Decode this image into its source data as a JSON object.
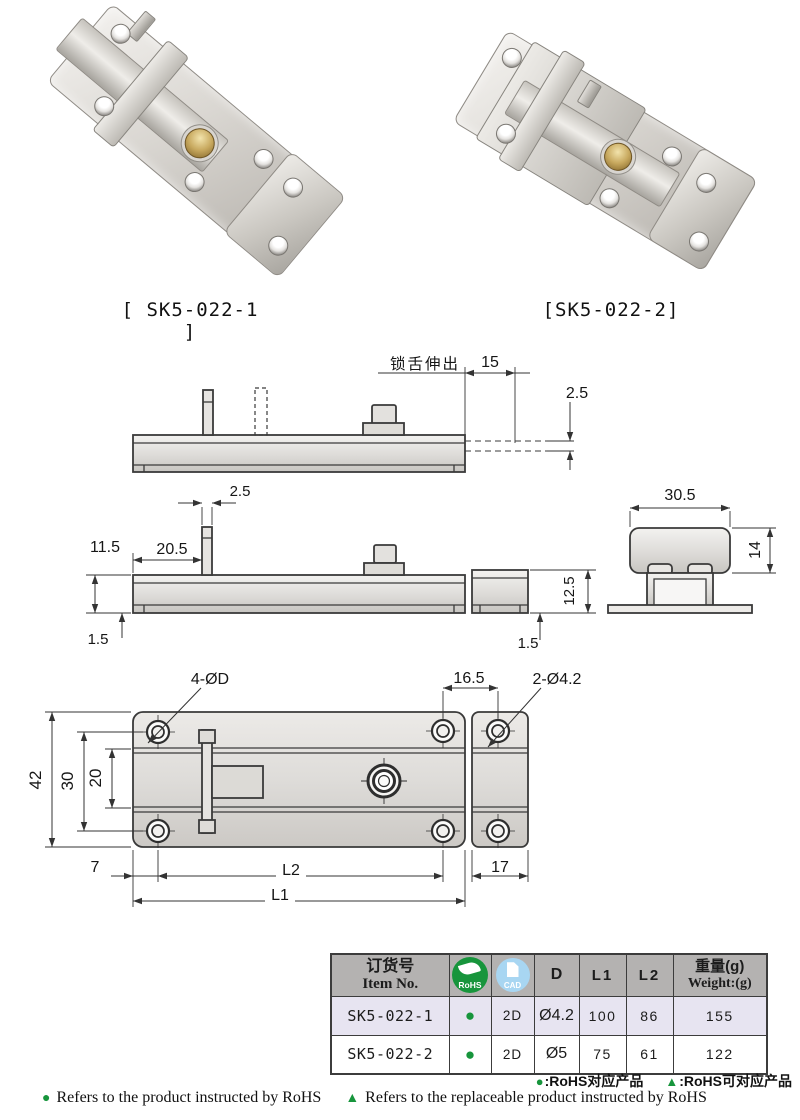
{
  "products": [
    {
      "label": "[ SK5-022-1 ]"
    },
    {
      "label": "[SK5-022-2]"
    }
  ],
  "drawings": {
    "side_top": {
      "bolt_ext_label": "锁舌伸出",
      "dim_15": "15",
      "dim_2_5": "2.5"
    },
    "side_bottom": {
      "dim_2_5": "2.5",
      "dim_11_5": "11.5",
      "dim_20_5": "20.5",
      "dim_1_5_left": "1.5",
      "dim_1_5_right": "1.5",
      "dim_12_5": "12.5"
    },
    "end_view": {
      "dim_30_5": "30.5",
      "dim_14": "14"
    },
    "plan": {
      "holes_label": "4-ØD",
      "dim_16_5": "16.5",
      "keeper_holes_label": "2-Ø4.2",
      "dim_42": "42",
      "dim_30": "30",
      "dim_20": "20",
      "dim_7": "7",
      "dim_L2": "L2",
      "dim_17": "17",
      "dim_L1": "L1"
    }
  },
  "table": {
    "header": {
      "item_cn": "订货号",
      "item_en": "Item No.",
      "rohs_icon": "RoHS",
      "cad_icon": "CAD",
      "d": "D",
      "l1": "L1",
      "l2": "L2",
      "weight_cn": "重量(g)",
      "weight_en": "Weight:(g)"
    },
    "rows": [
      {
        "item": "SK5-022-1",
        "rohs": "●",
        "cad": "2D",
        "d": "Ø4.2",
        "l1": "100",
        "l2": "86",
        "weight": "155"
      },
      {
        "item": "SK5-022-2",
        "rohs": "●",
        "cad": "2D",
        "d": "Ø5",
        "l1": "75",
        "l2": "61",
        "weight": "122"
      }
    ]
  },
  "legend": {
    "cn_dot_sym": "●",
    "cn_dot_text": ":RoHS对应产品",
    "cn_tri_sym": "▲",
    "cn_tri_text": ":RoHS可对应产品",
    "en_dot_sym": "●",
    "en_dot_text": "Refers to the product instructed by RoHS",
    "en_tri_sym": "▲",
    "en_tri_text": "Refers to the replaceable product instructed by RoHS"
  },
  "colors": {
    "accent_green": "#17953c",
    "cad_blue": "#a8d6f2",
    "table_header_gray": "#b4b2b1",
    "row_lavender": "#e7e4f1",
    "line": "#3a3a3a"
  }
}
